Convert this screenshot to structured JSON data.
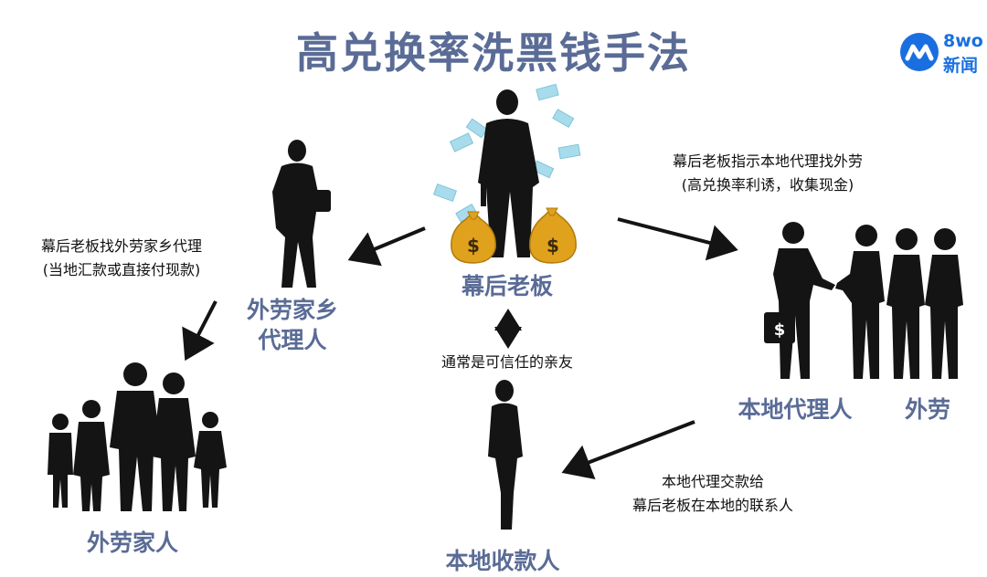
{
  "title": "高兑换率洗黑钱手法",
  "logo": {
    "text_line1": "8wo",
    "text_line2": "新闻"
  },
  "roles": {
    "boss": "幕后老板",
    "hometown_agent_line1": "外劳家乡",
    "hometown_agent_line2": "代理人",
    "family": "外劳家人",
    "local_agent": "本地代理人",
    "workers": "外劳",
    "local_receiver": "本地收款人"
  },
  "notes": {
    "boss_to_hometown_line1": "幕后老板找外劳家乡代理",
    "boss_to_hometown_line2": "(当地汇款或直接付现款)",
    "boss_to_local_line1": "幕后老板指示本地代理找外劳",
    "boss_to_local_line2": "(高兑换率利诱，收集现金)",
    "trusted_relation": "通常是可信任的亲友",
    "local_to_receiver_line1": "本地代理交款给",
    "local_to_receiver_line2": "幕后老板在本地的联系人"
  },
  "colors": {
    "title": "#5a6c96",
    "role_label": "#5a6c96",
    "silhouette": "#141414",
    "money_bag": "#e0a21c",
    "banknote": "#a8dcec",
    "logo": "#1a6fe0"
  }
}
